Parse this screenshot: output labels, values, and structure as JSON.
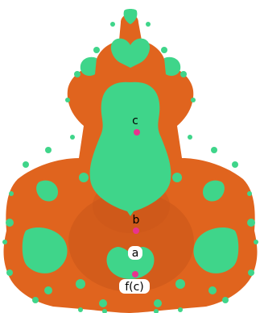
{
  "figure": {
    "background_color": "#ffffff",
    "orange_color": "#e0641e",
    "dark_orange_color": "#c9561a",
    "green_color": "#3fd58a",
    "marker_color": "#e8338e",
    "points": {
      "c": {
        "label": "c"
      },
      "b": {
        "label": "b"
      },
      "a": {
        "label": "a"
      },
      "fc": {
        "label": "f(c)"
      }
    }
  }
}
